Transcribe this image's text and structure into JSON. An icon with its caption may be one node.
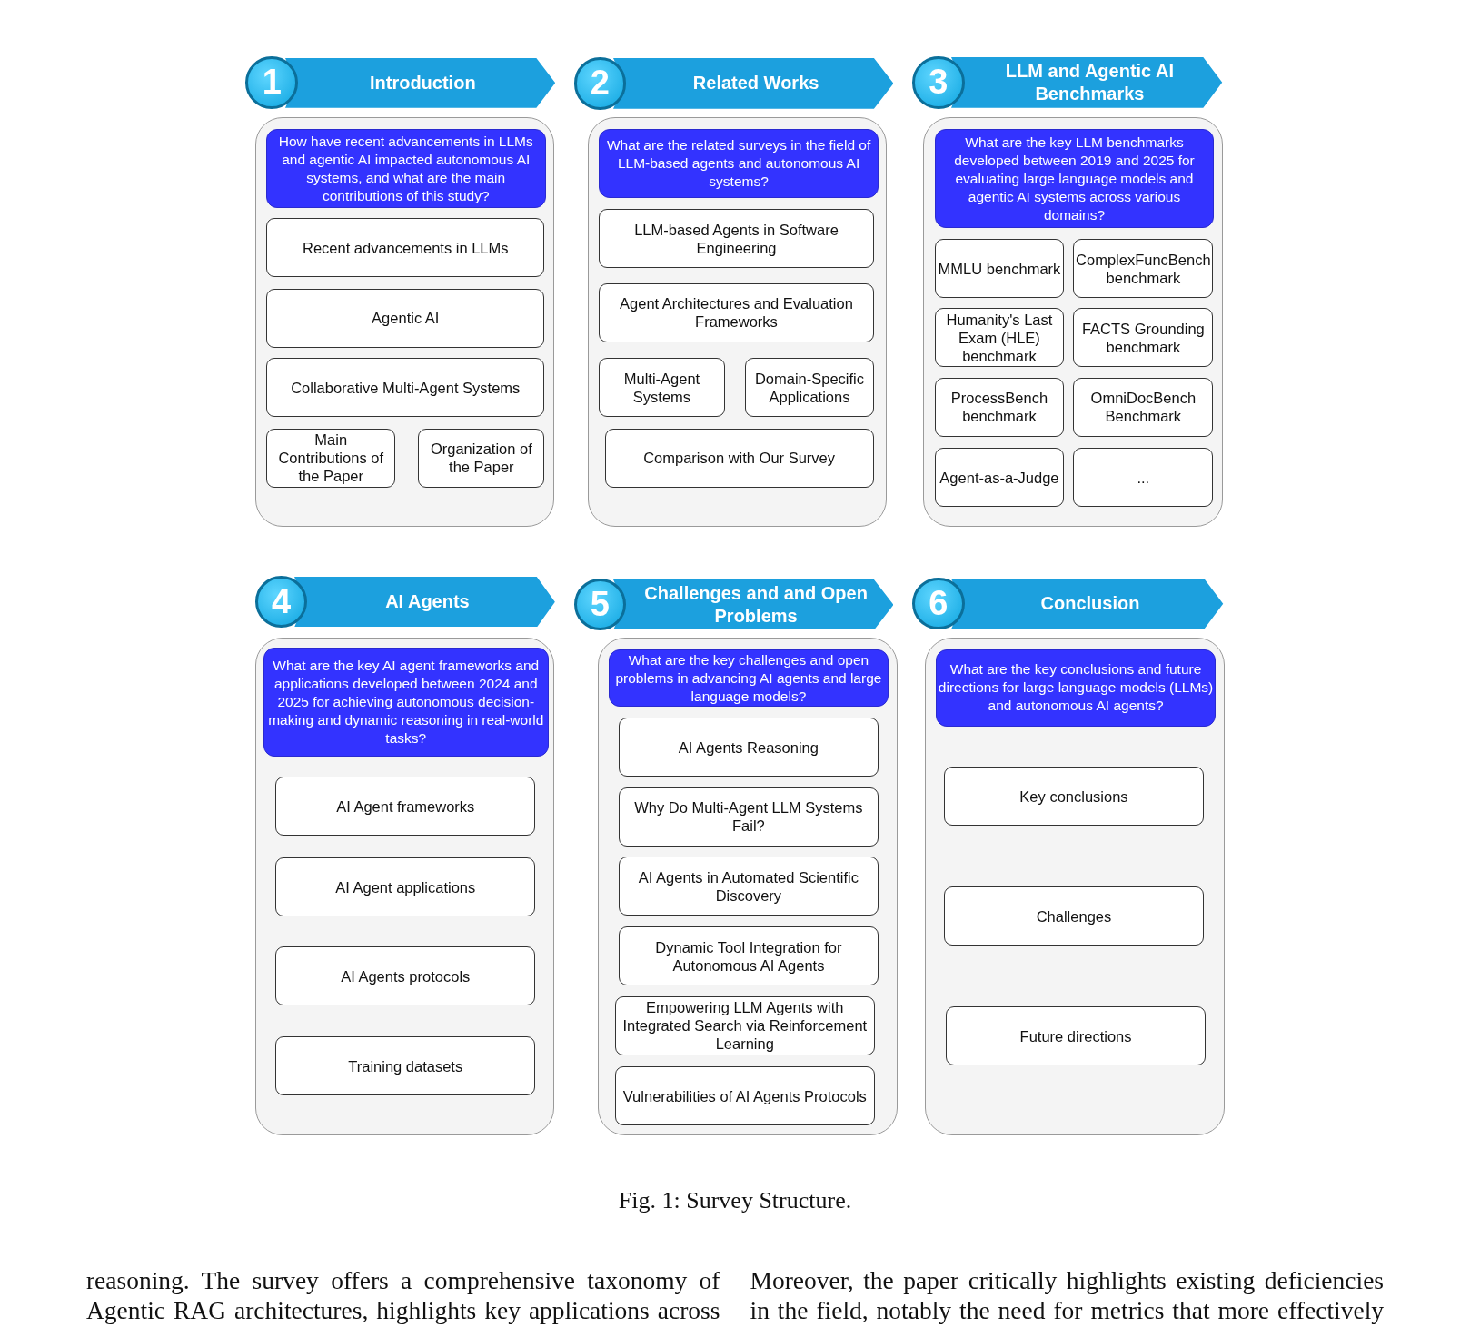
{
  "diagram": {
    "caption": "Fig. 1: Survey Structure.",
    "nodes": [
      {
        "text": [
          "Introduction"
        ]
      },
      {
        "text": [],
        "shape": "box"
      },
      {
        "text": [
          "How have recent advancements in LLMs and agentic AI impacted autonomous AI systems, and what are the main contributions of this study?"
        ],
        "in": 1
      },
      {
        "text": [
          "Recent advancements in LLMs"
        ],
        "in": 1
      },
      {
        "text": [
          "Agentic AI"
        ],
        "in": 1
      },
      {
        "text": [
          "Collaborative Multi-Agent Systems"
        ],
        "in": 1
      },
      {
        "text": [
          "Main Contributions of the Paper"
        ],
        "in": 1
      },
      {
        "text": [
          "Organization of the Paper"
        ],
        "in": 1
      },
      {
        "text": [
          "Related Works"
        ]
      },
      {
        "text": [],
        "shape": "box"
      },
      {
        "text": [
          "What are the related surveys in the field of LLM-based agents and autonomous AI systems?"
        ],
        "in": 9
      },
      {
        "text": [
          "LLM-based Agents in Software Engineering"
        ],
        "in": 9
      },
      {
        "text": [
          "Agent Architectures and Evaluation Frameworks"
        ],
        "in": 9
      },
      {
        "text": [
          "Multi-Agent Systems"
        ],
        "in": 9
      },
      {
        "text": [
          "Domain-Specific Applications"
        ],
        "in": 9
      },
      {
        "text": [
          "Comparison with Our Survey"
        ],
        "in": 9
      },
      {
        "text": [
          "LLM and Agentic AI Benchmarks"
        ]
      },
      {
        "text": [],
        "shape": "box"
      },
      {
        "text": [
          "What are the key LLM benchmarks developed between 2019 and 2025 for evaluating large language models and agentic AI systems across various domains?"
        ],
        "in": 17
      },
      {
        "text": [
          "MMLU benchmark"
        ],
        "in": 17
      },
      {
        "text": [
          "ComplexFuncBench benchmark"
        ],
        "in": 17
      },
      {
        "text": [
          "Humanity's Last Exam (HLE) benchmark"
        ],
        "in": 17
      },
      {
        "text": [
          "FACTS Grounding benchmark"
        ],
        "in": 17
      },
      {
        "text": [
          "ProcessBench benchmark"
        ],
        "in": 17
      },
      {
        "text": [
          "OmniDocBench Benchmark"
        ],
        "in": 17
      },
      {
        "text": [
          "Agent-as-a-Judge"
        ],
        "in": 17
      },
      {
        "text": [
          "..."
        ],
        "in": 17
      },
      {
        "text": [
          "AI Agents"
        ]
      },
      {
        "text": [],
        "shape": "box"
      },
      {
        "text": [
          "What are the key AI agent frameworks and applications developed between 2024 and 2025 for achieving autonomous decision-making and dynamic reasoning in real-world tasks?"
        ],
        "in": 28
      },
      {
        "text": [
          "AI Agent frameworks"
        ],
        "in": 28
      },
      {
        "text": [
          "AI Agent applications"
        ],
        "in": 28
      },
      {
        "text": [
          "AI Agents protocols"
        ],
        "in": 28
      },
      {
        "text": [
          "Training datasets"
        ],
        "in": 28
      },
      {
        "text": [
          "Challenges and and Open Problems"
        ]
      },
      {
        "text": [],
        "shape": "box"
      },
      {
        "text": [
          "What are the key challenges and open problems in advancing AI agents and large language models?"
        ],
        "in": 35
      },
      {
        "text": [
          "AI Agents Reasoning"
        ],
        "in": 35
      },
      {
        "text": [
          "Why Do Multi-Agent LLM Systems Fail?"
        ],
        "in": 35
      },
      {
        "text": [
          "AI Agents in Automated Scientific Discovery"
        ],
        "in": 35
      },
      {
        "text": [
          "Dynamic Tool Integration for Autonomous AI Agents"
        ],
        "in": 35
      },
      {
        "text": [
          "Empowering LLM Agents with Integrated Search via Reinforcement Learning"
        ],
        "in": 35
      },
      {
        "text": [
          "Vulnerabilities of AI Agents Protocols"
        ],
        "in": 35
      },
      {
        "text": [
          "Conclusion"
        ]
      },
      {
        "text": [],
        "shape": "box"
      },
      {
        "text": [
          "What are the key conclusions and future directions for large language models (LLMs) and autonomous AI agents?"
        ],
        "in": 44
      },
      {
        "text": [
          "Key conclusions"
        ],
        "in": 44
      },
      {
        "text": [
          "Challenges"
        ],
        "in": 44
      },
      {
        "text": [
          "Future directions"
        ],
        "in": 44
      },
      {
        "text": [
          "1"
        ]
      },
      {
        "text": [
          "2"
        ]
      },
      {
        "text": [
          "3"
        ]
      },
      {
        "text": [
          "4"
        ]
      },
      {
        "text": [
          "5"
        ]
      },
      {
        "text": [
          "6"
        ]
      }
    ],
    "labels": [
      "reasoning. The survey offers a comprehensive taxonomy of Agentic RAG architectures, highlights key applications across",
      "Moreover, the paper critically highlights existing deficiencies in the field, notably the need for metrics that more effectively"
    ]
  }
}
